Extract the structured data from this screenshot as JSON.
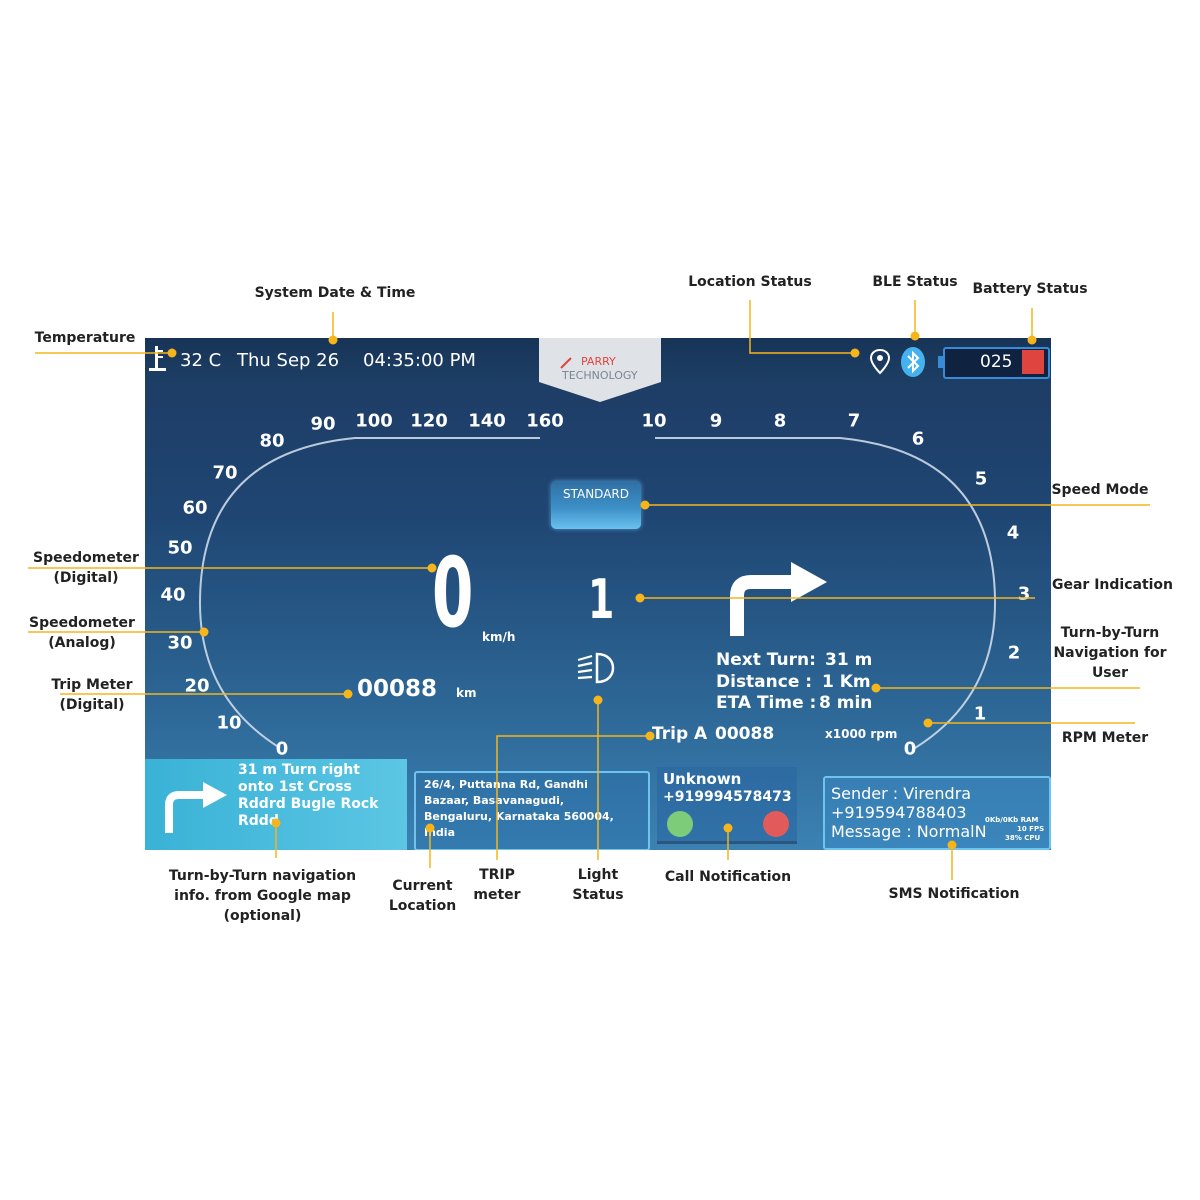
{
  "callouts": {
    "temperature": "Temperature",
    "system_datetime": "System Date & Time",
    "location_status": "Location Status",
    "ble_status": "BLE Status",
    "battery_status": "Battery Status",
    "speed_mode": "Speed Mode",
    "speedo_digital_1": "Speedometer",
    "speedo_digital_2": "(Digital)",
    "gear_indication": "Gear Indication",
    "speedo_analog_1": "Speedometer",
    "speedo_analog_2": "(Analog)",
    "tbt_user_1": "Turn-by-Turn",
    "tbt_user_2": "Navigation for",
    "tbt_user_3": "User",
    "trip_digital_1": "Trip Meter",
    "trip_digital_2": "(Digital)",
    "rpm_meter": "RPM Meter",
    "tbt_google_1": "Turn-by-Turn navigation",
    "tbt_google_2": "info. from Google map",
    "tbt_google_3": "(optional)",
    "current_location_1": "Current",
    "current_location_2": "Location",
    "trip_meter_1": "TRIP",
    "trip_meter_2": "meter",
    "light_status_1": "Light",
    "light_status_2": "Status",
    "call_notification": "Call Notification",
    "sms_notification": "SMS Notification"
  },
  "status_bar": {
    "temperature": "32 C",
    "date": "Thu Sep 26",
    "time": "04:35:00 PM",
    "logo_line1": "PARRY",
    "logo_line2": "TECHNOLOGY",
    "battery_value": "025"
  },
  "speedometer": {
    "ticks": [
      "0",
      "10",
      "20",
      "30",
      "40",
      "50",
      "60",
      "70",
      "80",
      "90",
      "100",
      "120",
      "140",
      "160"
    ],
    "speed": "0",
    "speed_unit": "km/h",
    "odometer": "00088",
    "odometer_unit": "km"
  },
  "rpm": {
    "ticks": [
      "0",
      "1",
      "2",
      "3",
      "4",
      "5",
      "6",
      "7",
      "8",
      "9",
      "10"
    ],
    "unit": "x1000 rpm"
  },
  "center": {
    "mode": "STANDARD",
    "gear": "1"
  },
  "navigation": {
    "next_turn_label": "Next Turn:",
    "next_turn_value": "31 m",
    "distance_label": "Distance :",
    "distance_value": "1 Km",
    "eta_label": "ETA Time :",
    "eta_value": "8 min"
  },
  "trip": {
    "label": "Trip A",
    "value": "00088"
  },
  "bottom": {
    "tbt_line1": "31 m Turn right",
    "tbt_line2": "onto 1st Cross",
    "tbt_line3": "Rddrd Bugle Rock",
    "tbt_line4": "Rddd",
    "location_line1": "26/4, Puttanna Rd, Gandhi",
    "location_line2": "Bazaar, Basavanagudi,",
    "location_line3": "Bengaluru, Karnataka 560004,",
    "location_line4": "India",
    "caller_name": "Unknown",
    "caller_number": "+919994578473",
    "sms_sender": "Sender : Virendra",
    "sms_number": "+919594788403",
    "sms_message": "Message : NormalN",
    "stat_ram": "0Kb/0Kb RAM",
    "stat_fps": "10 FPS",
    "stat_cpu": "38% CPU"
  },
  "colors": {
    "callout_line": "#f5b51b",
    "battery_red": "#e0443f",
    "accept_green": "#7ccc7a",
    "reject_red": "#e35a5a"
  }
}
